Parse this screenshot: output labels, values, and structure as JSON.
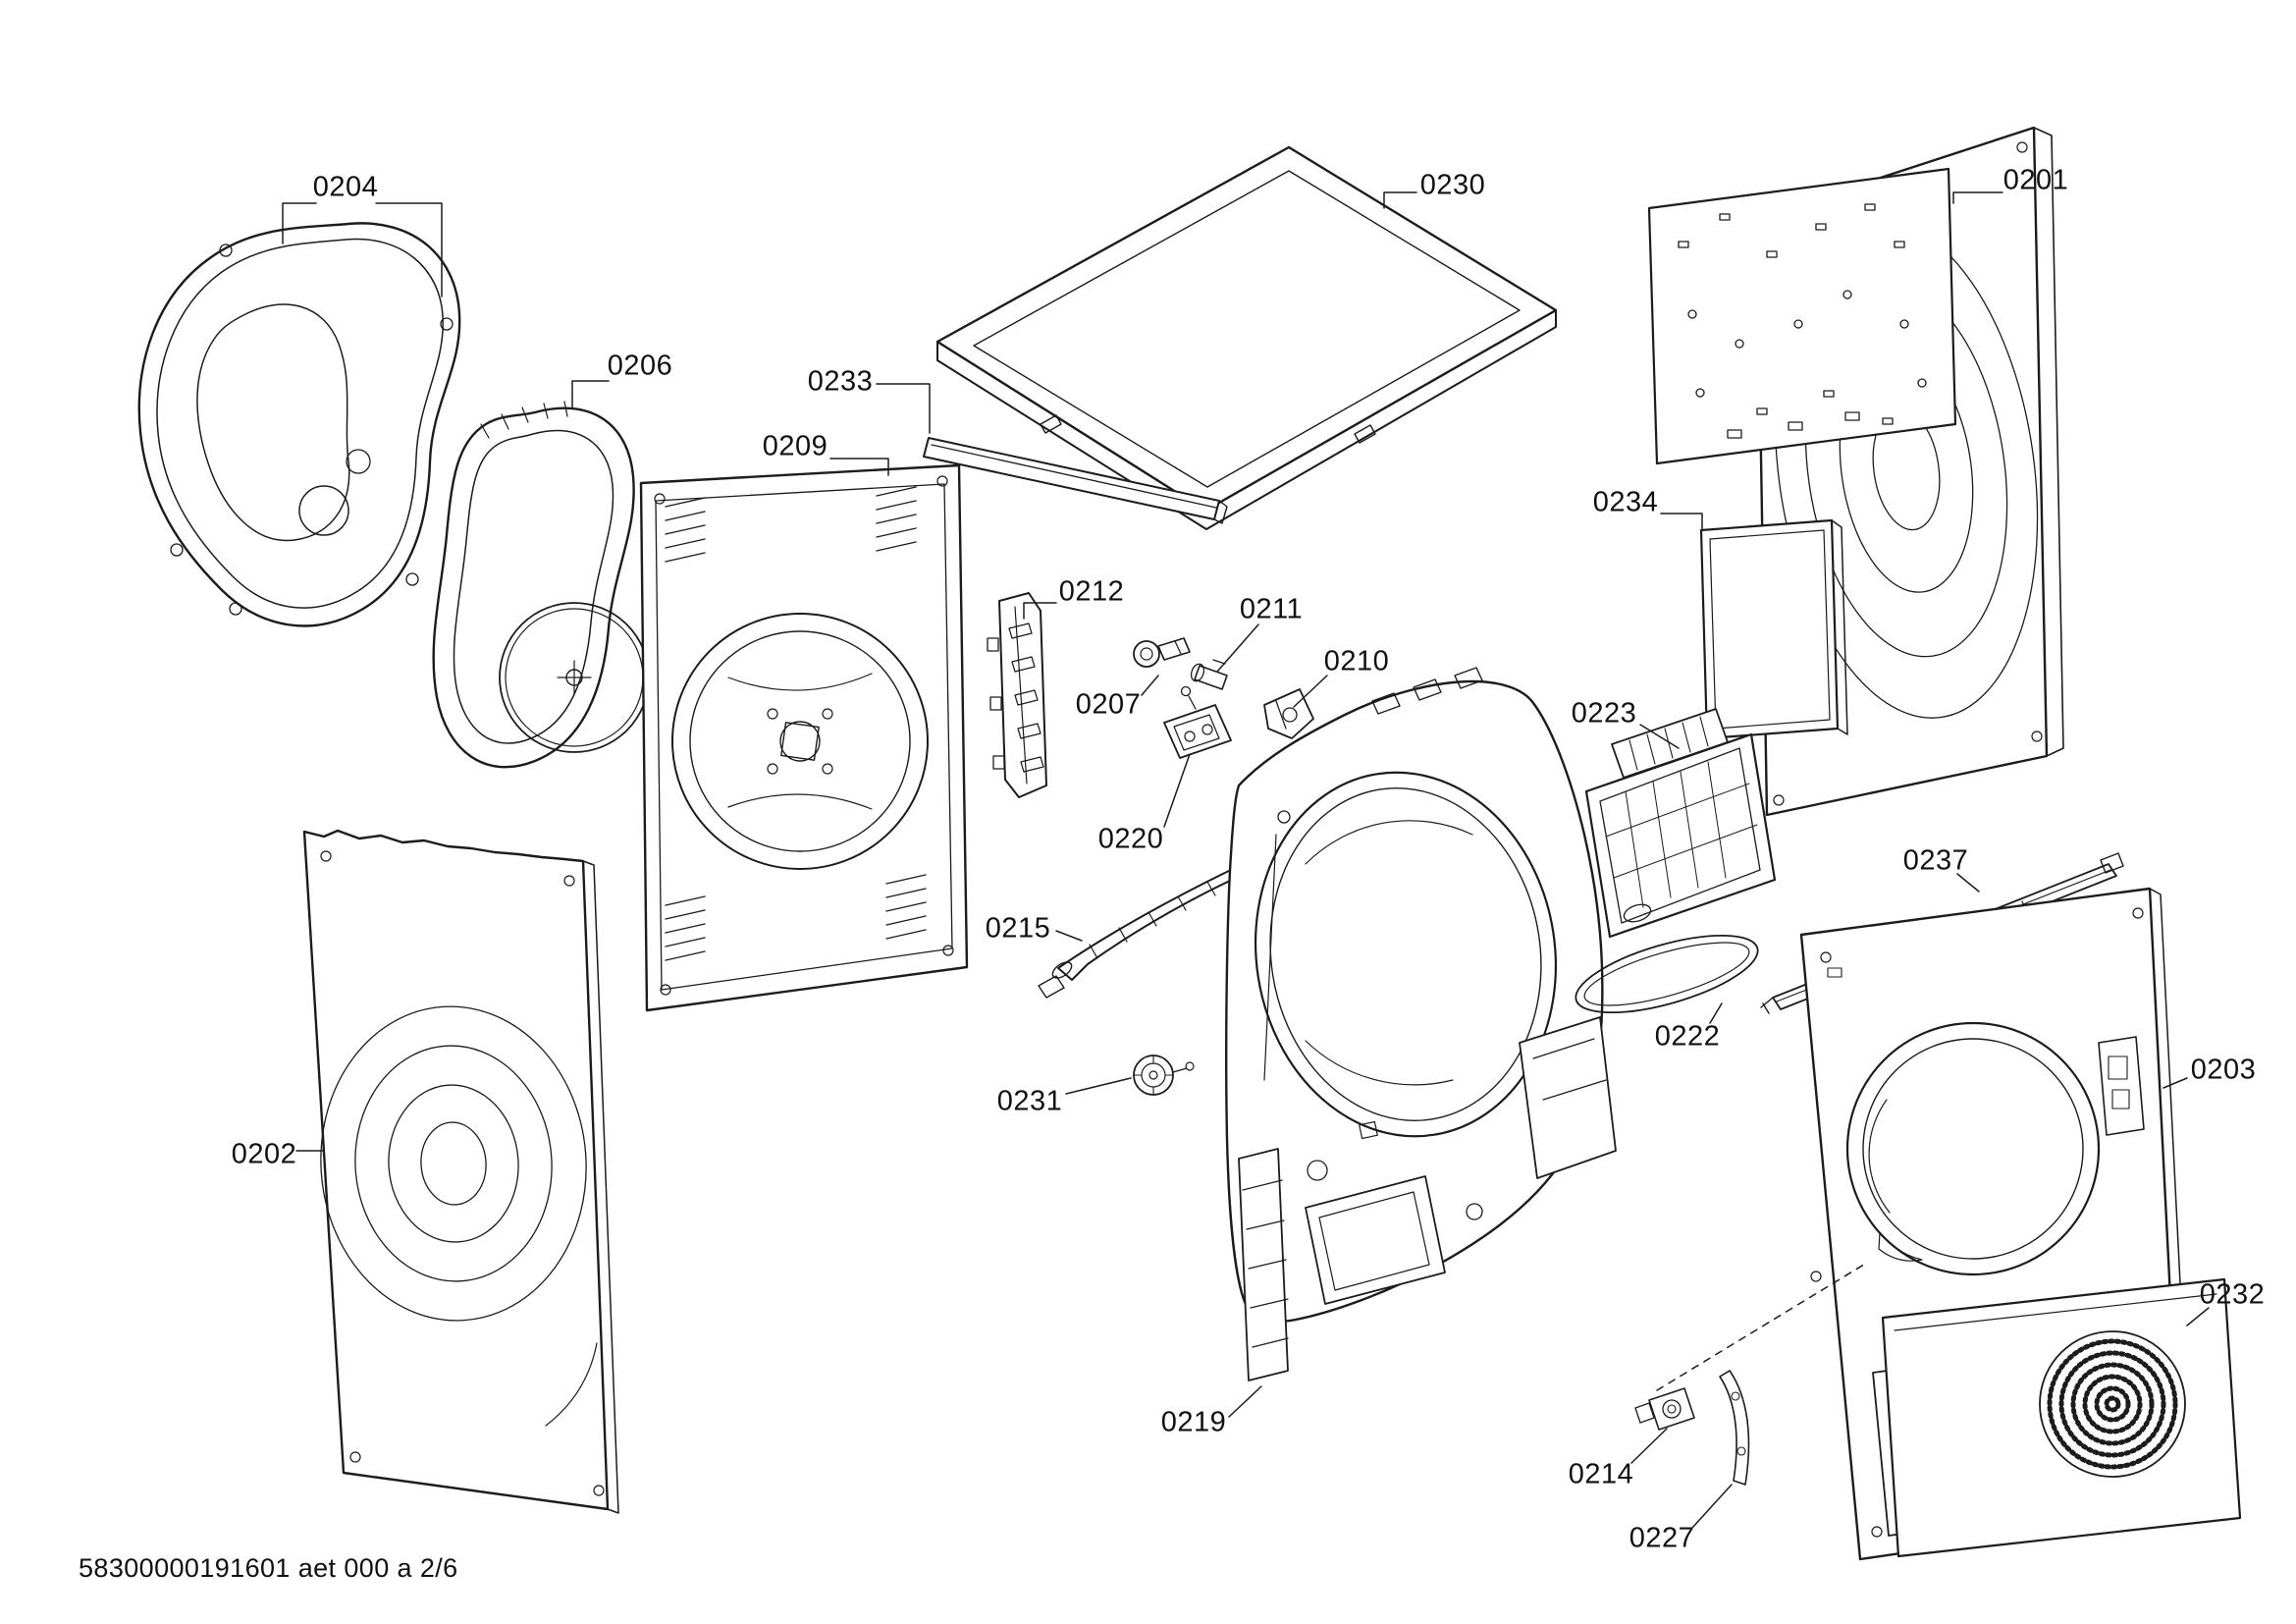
{
  "document": {
    "kind_visible_text": "",
    "footer": {
      "doc_code": "58300000191601 aet 000 a 2/6"
    }
  },
  "colors": {
    "line": "#1c1c1c",
    "background": "#ffffff"
  },
  "labels": {
    "p0201": "0201",
    "p0202": "0202",
    "p0203": "0203",
    "p0204": "0204",
    "p0206": "0206",
    "p0207": "0207",
    "p0209": "0209",
    "p0210": "0210",
    "p0211": "0211",
    "p0212": "0212",
    "p0214": "0214",
    "p0215": "0215",
    "p0219": "0219",
    "p0220": "0220",
    "p0222": "0222",
    "p0223": "0223",
    "p0227": "0227",
    "p0230": "0230",
    "p0231": "0231",
    "p0232": "0232",
    "p0233": "0233",
    "p0234": "0234",
    "p0237": "0237"
  }
}
